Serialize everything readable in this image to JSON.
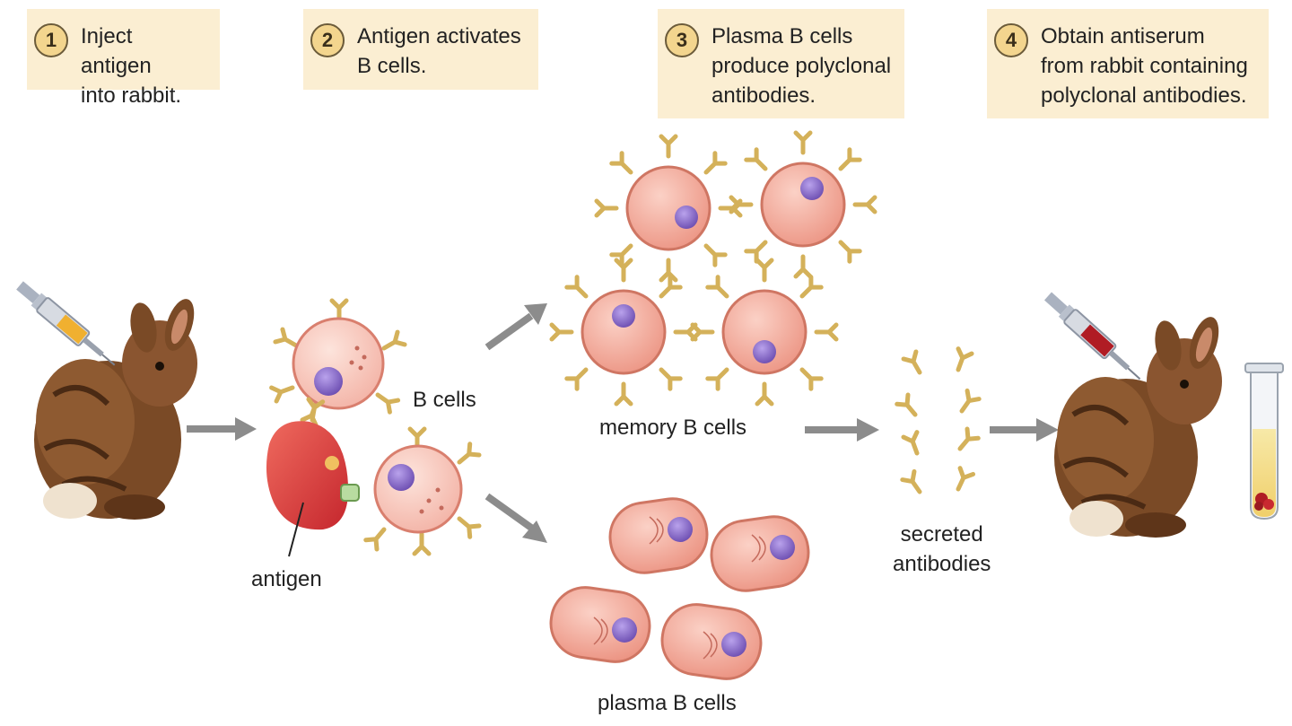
{
  "steps": [
    {
      "number": "1",
      "text": "Inject antigen\ninto rabbit."
    },
    {
      "number": "2",
      "text": "Antigen activates\nB cells."
    },
    {
      "number": "3",
      "text": "Plasma B cells\nproduce polyclonal\nantibodies."
    },
    {
      "number": "4",
      "text": "Obtain antiserum\nfrom rabbit containing\npolyclonal antibodies."
    }
  ],
  "labels": {
    "b_cells": "B cells",
    "antigen": "antigen",
    "memory_b_cells": "memory B cells",
    "plasma_b_cells": "plasma B cells",
    "secreted_antibodies": "secreted\nantibodies"
  },
  "colors": {
    "step_box": "#fbeed2",
    "cell_fill": "#f4a99a",
    "nucleus": "#8a6cc4",
    "antibody": "#d4b15a",
    "antigen": "#d9383a",
    "arrow": "#8c8c8c",
    "rabbit": "#7a4a26",
    "blood": "#b01c24",
    "serum": "#f2d679"
  }
}
